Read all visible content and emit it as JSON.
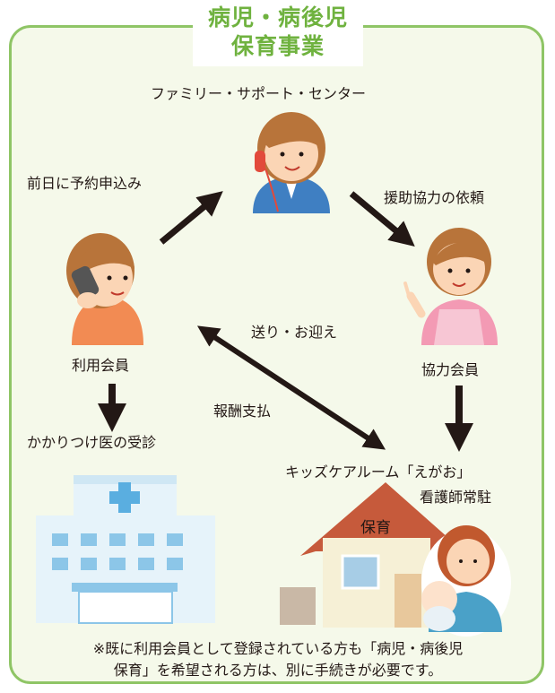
{
  "title": {
    "line1": "病児・病後児",
    "line2": "保育事業"
  },
  "nodes": {
    "family_support_center": "ファミリー・サポート・センター",
    "user_member": "利用会員",
    "cooperating_member": "協力会員",
    "family_doctor": "かかりつけ医の受診",
    "kids_care_room": "キッズケアルーム「えがお」",
    "nurse_resident": "看護師常駐",
    "childcare": "保育"
  },
  "edges": {
    "reserve": "前日に予約申込み",
    "request": "援助協力の依頼",
    "pickup": "送り・お迎え",
    "payment": "報酬支払"
  },
  "notes": {
    "line1": "※既に利用会員として登録されている方も「病児・病後児",
    "line2": "保育」を希望される方は、別に手続きが必要です。"
  },
  "colors": {
    "border": "#8fc566",
    "title": "#6fb23f",
    "arrow": "#231815",
    "skin": "#fbd5b5",
    "hair": "#b8743a"
  }
}
